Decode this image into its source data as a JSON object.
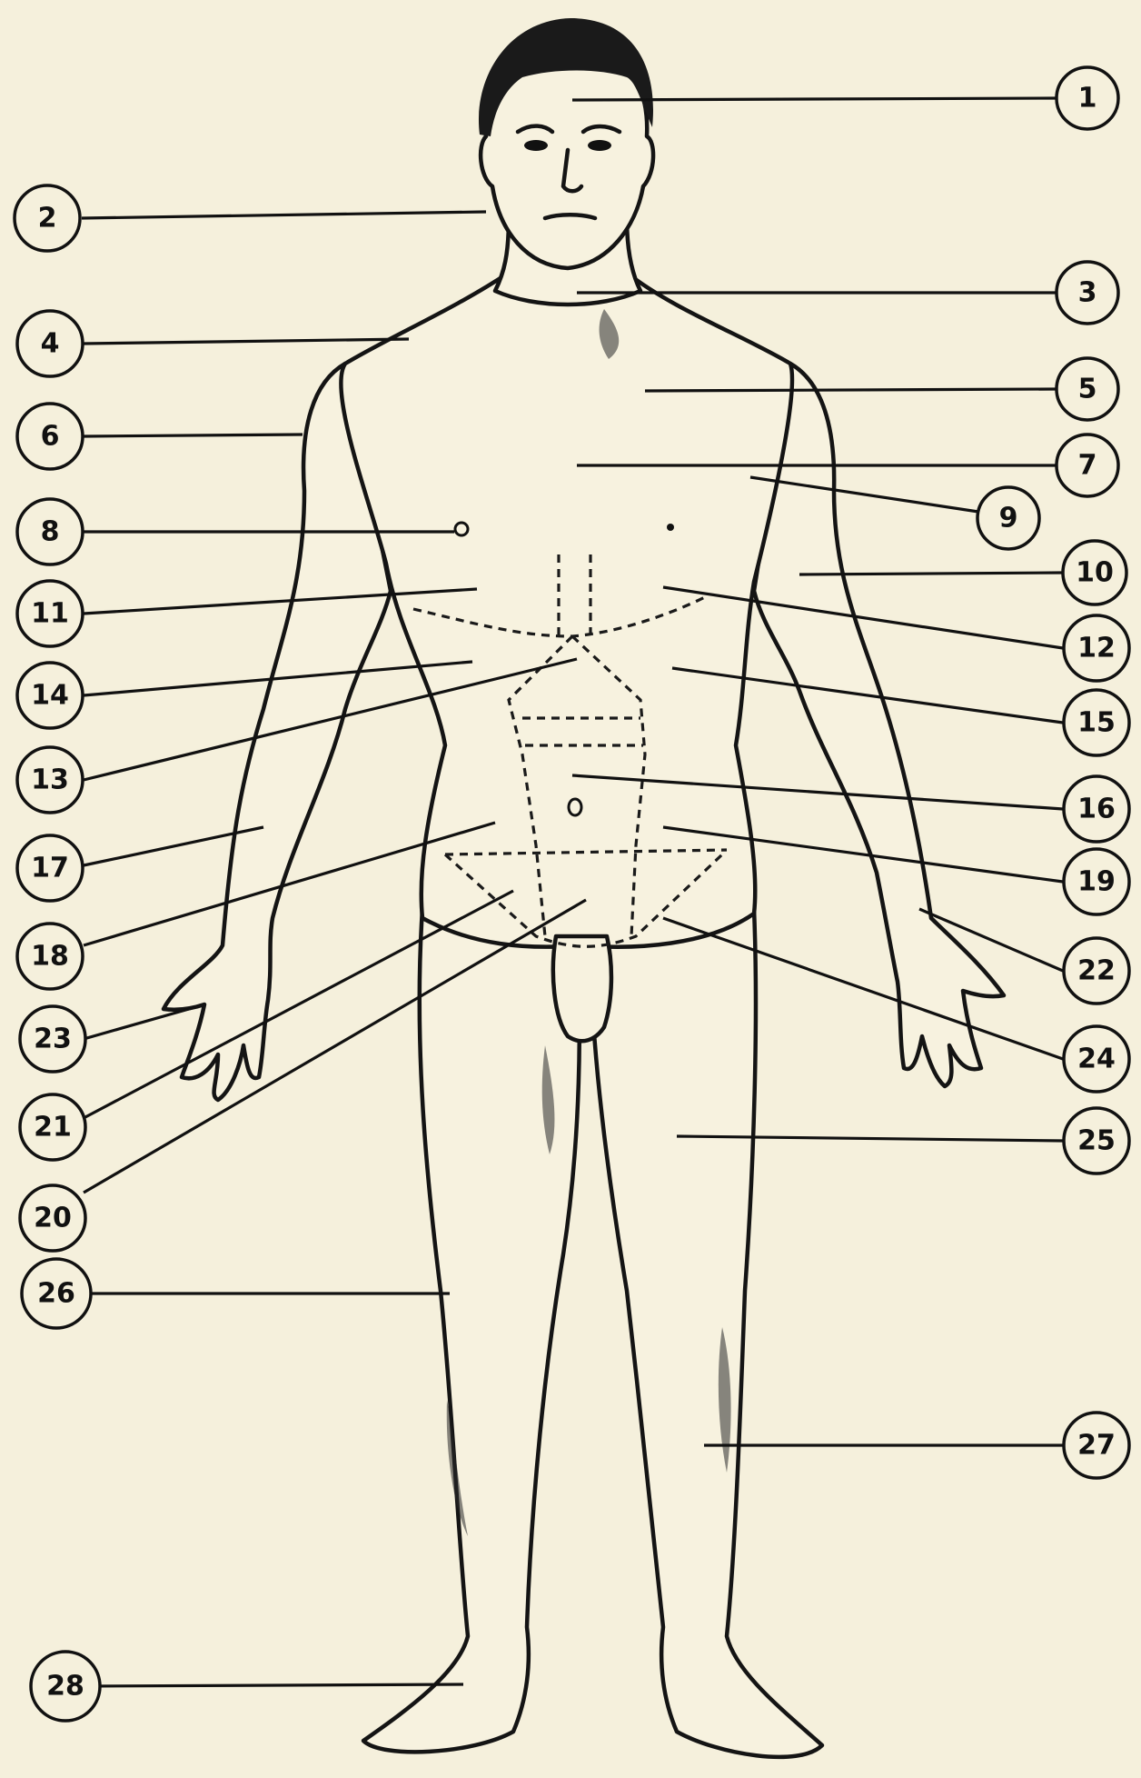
{
  "callouts": [
    {
      "number": "1"
    },
    {
      "number": "2"
    },
    {
      "number": "3"
    },
    {
      "number": "4"
    },
    {
      "number": "5"
    },
    {
      "number": "6"
    },
    {
      "number": "7"
    },
    {
      "number": "8"
    },
    {
      "number": "9"
    },
    {
      "number": "10"
    },
    {
      "number": "11"
    },
    {
      "number": "12"
    },
    {
      "number": "13"
    },
    {
      "number": "14"
    },
    {
      "number": "15"
    },
    {
      "number": "16"
    },
    {
      "number": "17"
    },
    {
      "number": "18"
    },
    {
      "number": "19"
    },
    {
      "number": "20"
    },
    {
      "number": "21"
    },
    {
      "number": "22"
    },
    {
      "number": "23"
    },
    {
      "number": "24"
    },
    {
      "number": "25"
    },
    {
      "number": "26"
    },
    {
      "number": "27"
    },
    {
      "number": "28"
    }
  ],
  "colors": {
    "paper": "#f5f0dc",
    "ink": "#141414"
  }
}
